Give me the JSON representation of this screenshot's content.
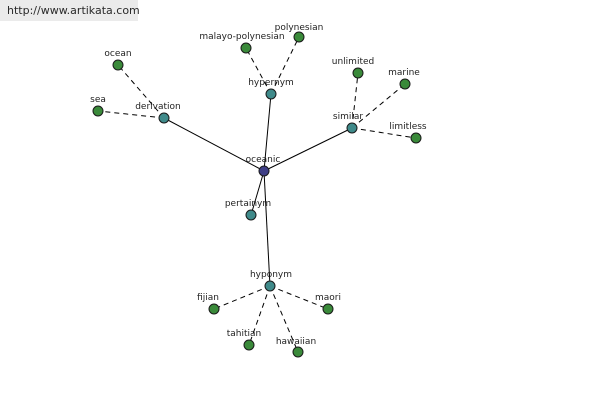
{
  "url": "http://www.artikata.com",
  "colors": {
    "center": "#3e3e86",
    "relation": "#3f8a8a",
    "word": "#3a8a3a"
  },
  "graph": {
    "nodes": [
      {
        "id": "oceanic",
        "label": "oceanic",
        "kind": "center"
      },
      {
        "id": "hypernym",
        "label": "hypernym",
        "kind": "relation"
      },
      {
        "id": "derivation",
        "label": "derivation",
        "kind": "relation"
      },
      {
        "id": "similar",
        "label": "similar",
        "kind": "relation"
      },
      {
        "id": "pertainym",
        "label": "pertainym",
        "kind": "relation"
      },
      {
        "id": "hyponym",
        "label": "hyponym",
        "kind": "relation"
      },
      {
        "id": "malayo-polynesian",
        "label": "malayo-polynesian",
        "kind": "word"
      },
      {
        "id": "polynesian",
        "label": "polynesian",
        "kind": "word"
      },
      {
        "id": "ocean",
        "label": "ocean",
        "kind": "word"
      },
      {
        "id": "sea",
        "label": "sea",
        "kind": "word"
      },
      {
        "id": "unlimited",
        "label": "unlimited",
        "kind": "word"
      },
      {
        "id": "marine",
        "label": "marine",
        "kind": "word"
      },
      {
        "id": "limitless",
        "label": "limitless",
        "kind": "word"
      },
      {
        "id": "fijian",
        "label": "fijian",
        "kind": "word"
      },
      {
        "id": "maori",
        "label": "maori",
        "kind": "word"
      },
      {
        "id": "tahitian",
        "label": "tahitian",
        "kind": "word"
      },
      {
        "id": "hawaiian",
        "label": "hawaiian",
        "kind": "word"
      }
    ],
    "edges": [
      {
        "from": "oceanic",
        "to": "hypernym",
        "style": "solid"
      },
      {
        "from": "oceanic",
        "to": "derivation",
        "style": "solid"
      },
      {
        "from": "oceanic",
        "to": "similar",
        "style": "solid"
      },
      {
        "from": "oceanic",
        "to": "pertainym",
        "style": "solid"
      },
      {
        "from": "oceanic",
        "to": "hyponym",
        "style": "solid"
      },
      {
        "from": "hypernym",
        "to": "malayo-polynesian",
        "style": "dashed"
      },
      {
        "from": "hypernym",
        "to": "polynesian",
        "style": "dashed"
      },
      {
        "from": "derivation",
        "to": "ocean",
        "style": "dashed"
      },
      {
        "from": "derivation",
        "to": "sea",
        "style": "dashed"
      },
      {
        "from": "similar",
        "to": "unlimited",
        "style": "dashed"
      },
      {
        "from": "similar",
        "to": "marine",
        "style": "dashed"
      },
      {
        "from": "similar",
        "to": "limitless",
        "style": "dashed"
      },
      {
        "from": "hyponym",
        "to": "fijian",
        "style": "dashed"
      },
      {
        "from": "hyponym",
        "to": "maori",
        "style": "dashed"
      },
      {
        "from": "hyponym",
        "to": "tahitian",
        "style": "dashed"
      },
      {
        "from": "hyponym",
        "to": "hawaiian",
        "style": "dashed"
      }
    ]
  }
}
